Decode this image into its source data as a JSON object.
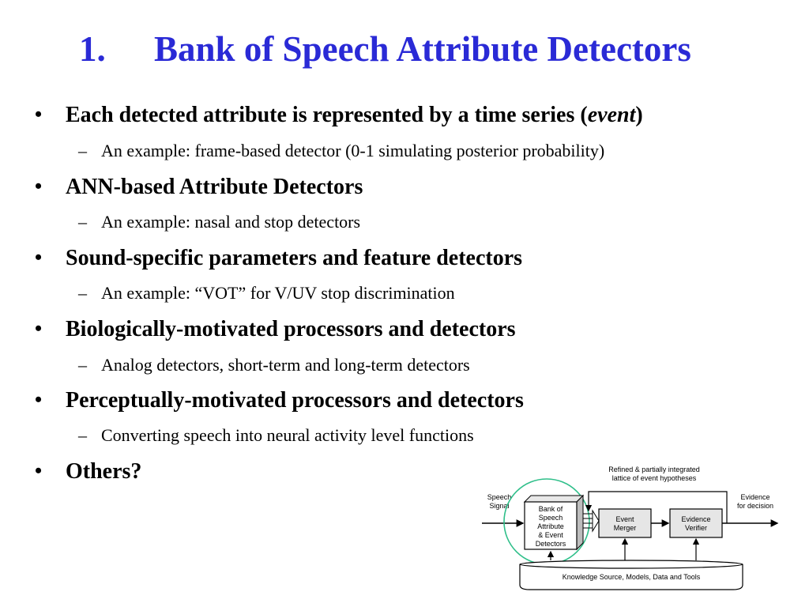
{
  "slide": {
    "title_number": "1.",
    "title_text": "Bank of Speech Attribute Detectors"
  },
  "bullets": [
    {
      "text_main": "Each detected attribute is represented by a time series (",
      "text_italic": "event",
      "text_end": ")",
      "sub": "An example: frame-based detector (0-1 simulating posterior probability)"
    },
    {
      "text": "ANN-based Attribute Detectors",
      "sub": "An example: nasal and stop detectors"
    },
    {
      "text": "Sound-specific parameters and feature detectors",
      "sub": "An example: “VOT” for V/UV stop discrimination"
    },
    {
      "text": "Biologically-motivated processors and detectors",
      "sub": "Analog detectors, short-term and long-term detectors"
    },
    {
      "text": "Perceptually-motivated processors and detectors",
      "sub": "Converting speech into neural activity level functions"
    },
    {
      "text": "Others?"
    }
  ],
  "bullet_symbol": "•",
  "dash_symbol": "–",
  "diagram": {
    "top_label_1": "Refined & partially integrated",
    "top_label_2": "lattice of event hypotheses",
    "input_label_1": "Speech",
    "input_label_2": "Signal",
    "bank_lines": [
      "Bank of",
      "Speech",
      "Attribute",
      "& Event",
      "Detectors"
    ],
    "merger_1": "Event",
    "merger_2": "Merger",
    "verifier_1": "Evidence",
    "verifier_2": "Verifier",
    "output_1": "Evidence",
    "output_2": "for decision",
    "knowledge": "Knowledge Source, Models, Data and Tools",
    "highlight_color": "#2fbf8a"
  }
}
